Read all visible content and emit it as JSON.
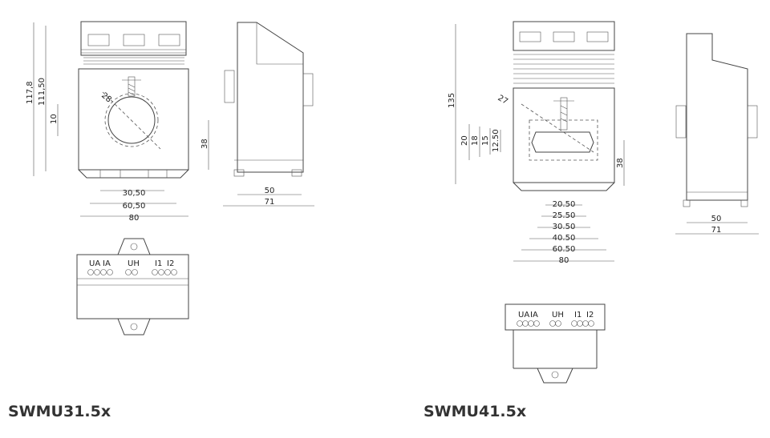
{
  "models": [
    {
      "title": "SWMU31.5x",
      "front_dims": [
        "30,50",
        "60,50",
        "80"
      ],
      "side_dims": [
        "50",
        "71"
      ],
      "height_dims": [
        "117,8",
        "111,50",
        "10"
      ],
      "depth_dim": "38",
      "aperture_dim": "28",
      "terminal_labels": [
        "UA",
        "IA",
        "UH",
        "I1",
        "I2"
      ]
    },
    {
      "title": "SWMU41.5x",
      "front_dims": [
        "20.50",
        "25.50",
        "30.50",
        "40.50",
        "60.50",
        "80"
      ],
      "side_dims": [
        "50",
        "71"
      ],
      "height_dims": [
        "135",
        "20",
        "18",
        "15",
        "12.50"
      ],
      "depth_dim": "38",
      "aperture_dim": "27",
      "terminal_labels": [
        "UA",
        "IA",
        "UH",
        "I1",
        "I2"
      ]
    }
  ]
}
